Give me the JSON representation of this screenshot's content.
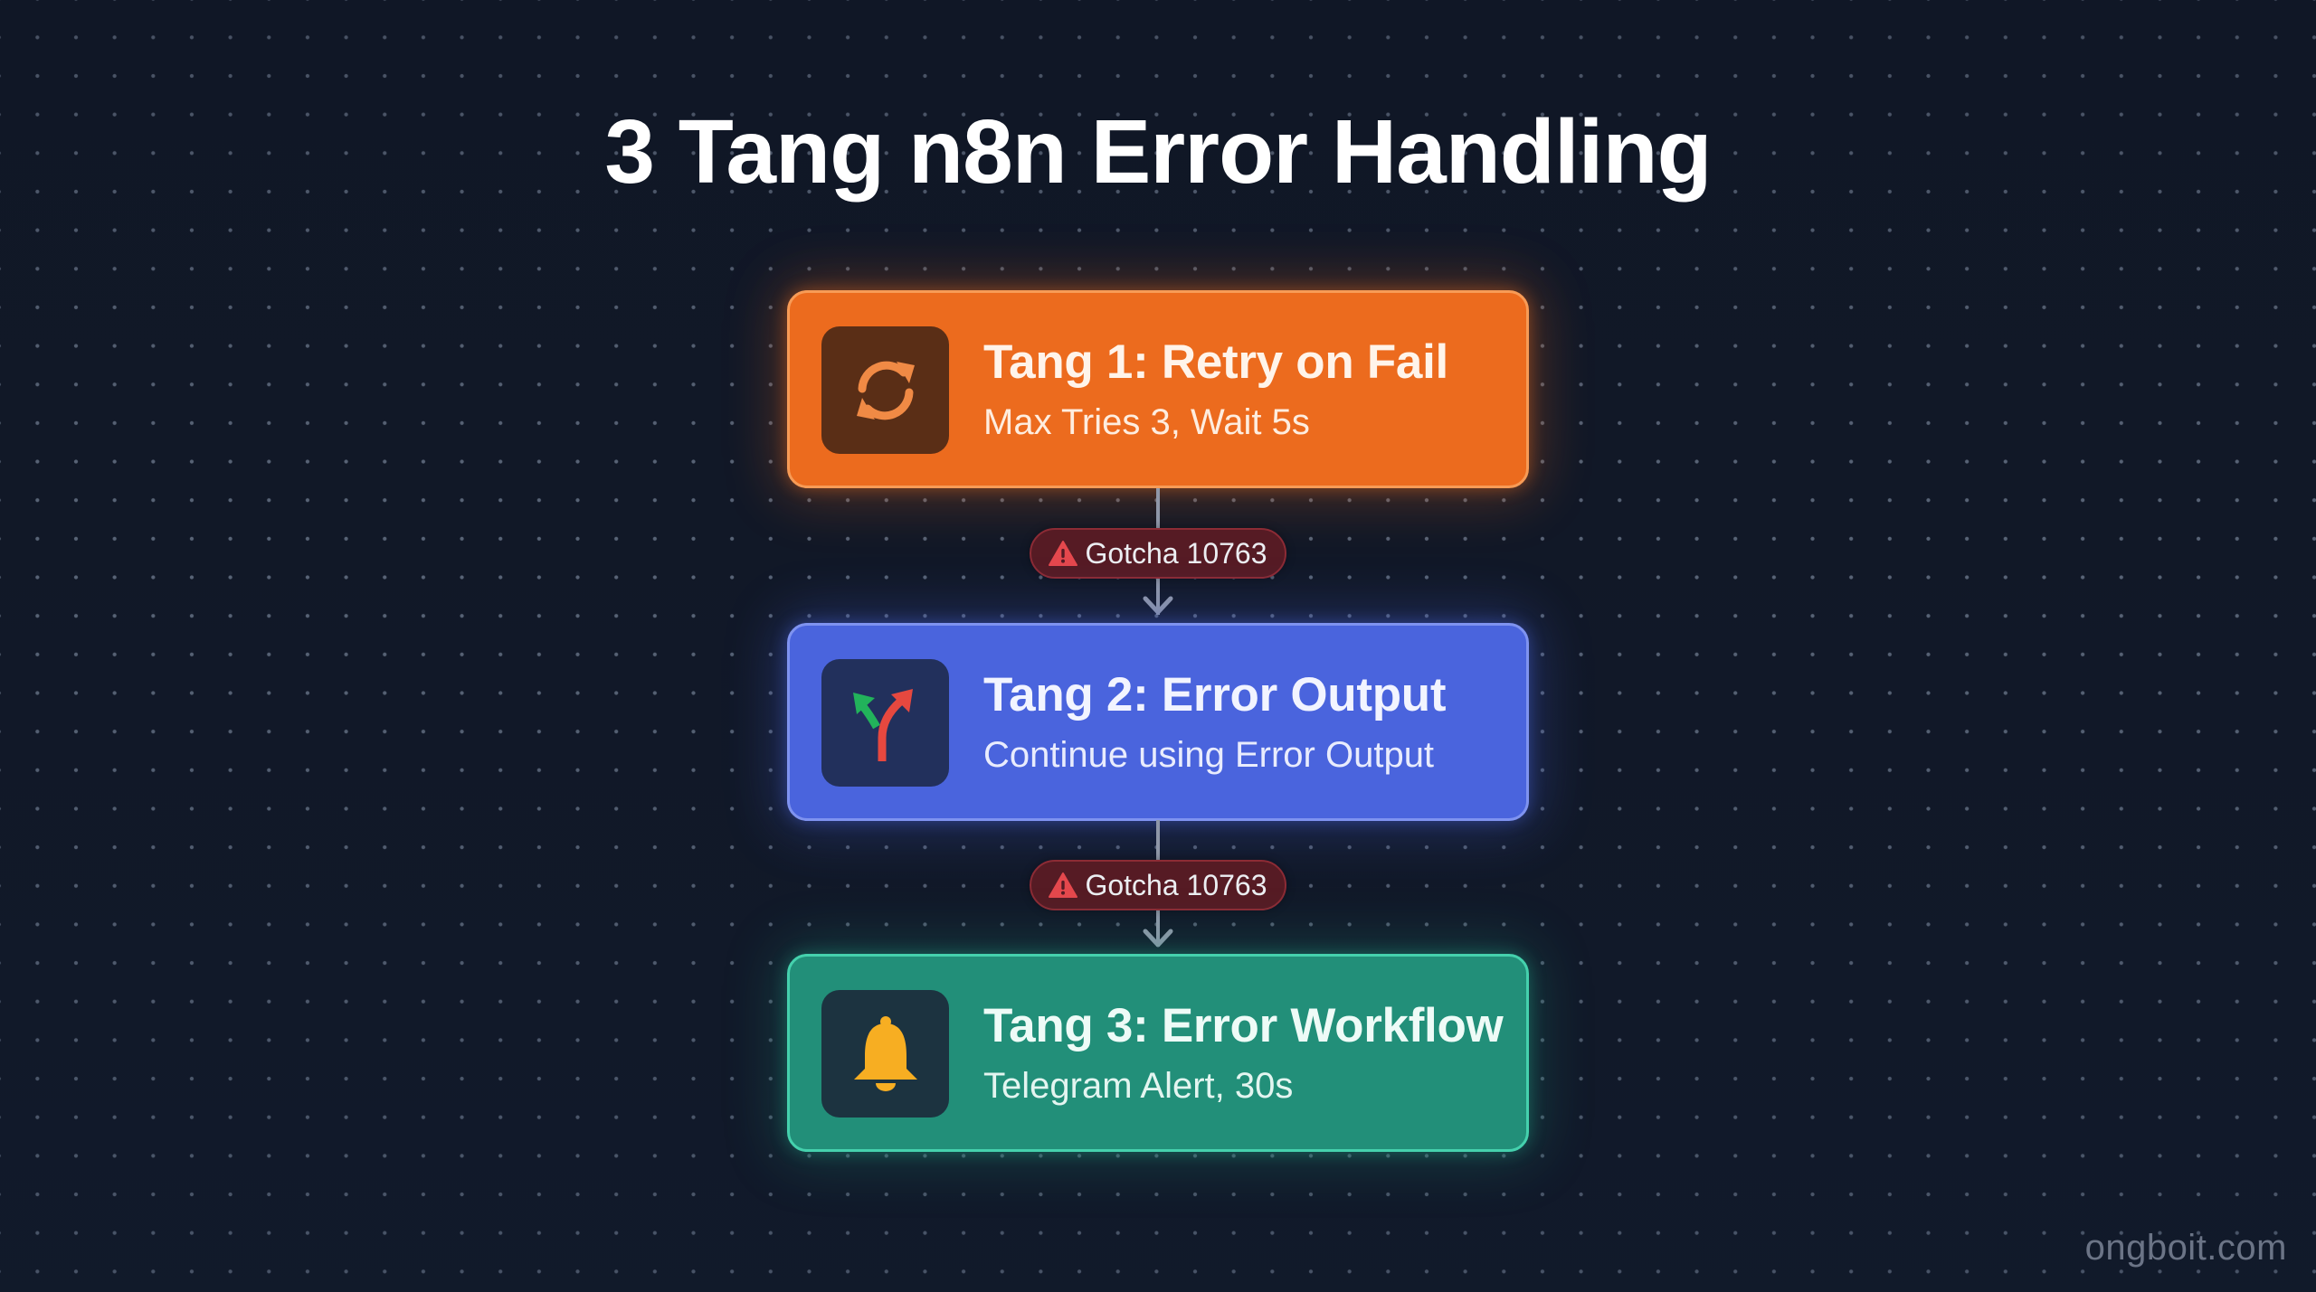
{
  "title": "3 Tang n8n Error Handling",
  "colors": {
    "background": "#111827",
    "tier1": "#ec6b1e",
    "tier2": "#4a64dd",
    "tier3": "#228f79",
    "badge_bg": "#561b24",
    "badge_icon": "#e5484d",
    "connector": "#8f97a8"
  },
  "tiers": [
    {
      "title": "Tang 1: Retry on Fail",
      "subtitle": "Max Tries 3, Wait 5s",
      "icon": "refresh-icon"
    },
    {
      "title": "Tang 2: Error Output",
      "subtitle": "Continue using Error Output",
      "icon": "branch-split-icon"
    },
    {
      "title": "Tang 3: Error Workflow",
      "subtitle": "Telegram Alert, 30s",
      "icon": "bell-icon"
    }
  ],
  "badges": [
    {
      "label": "Gotcha 10763",
      "icon": "warning-icon"
    },
    {
      "label": "Gotcha 10763",
      "icon": "warning-icon"
    }
  ],
  "watermark": "ongboit.com"
}
